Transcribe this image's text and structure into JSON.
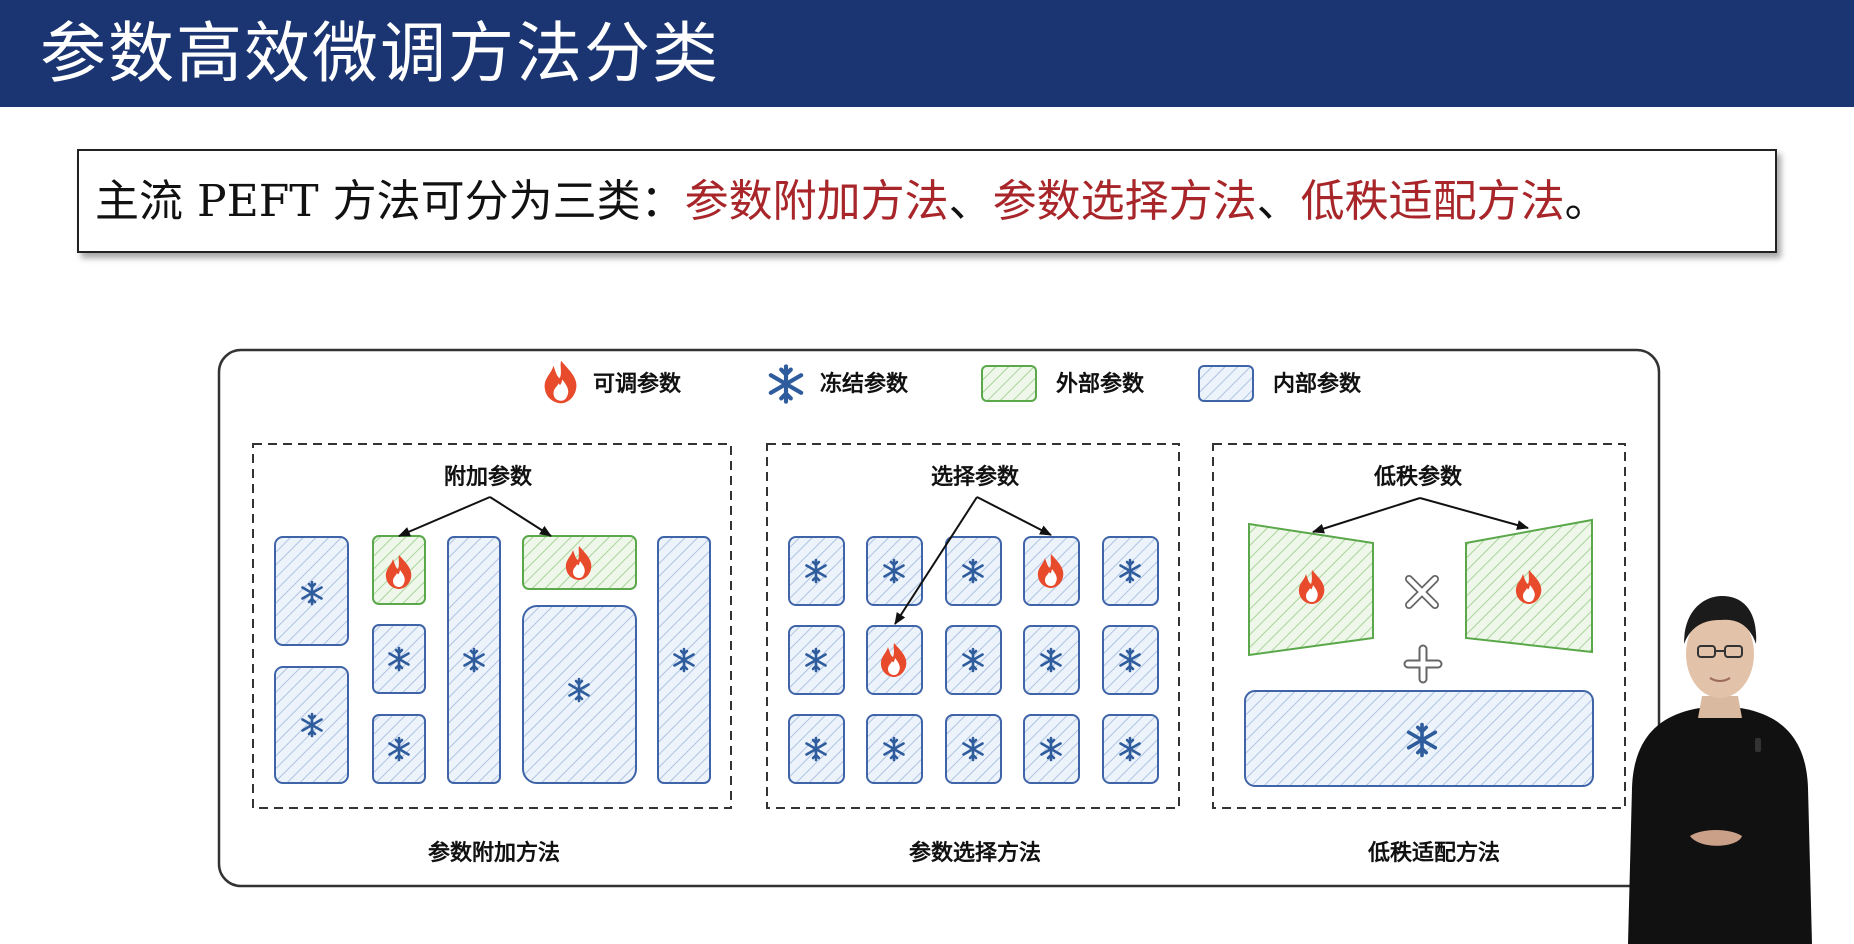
{
  "header": {
    "title": "参数高效微调方法分类"
  },
  "summary": {
    "lead": "主流 PEFT 方法可分为三类：",
    "method1": "参数附加方法",
    "sep1": "、",
    "method2": "参数选择方法",
    "sep2": "、",
    "method3": "低秩适配方法",
    "end": "。"
  },
  "legend": {
    "tunable": "可调参数",
    "frozen": "冻结参数",
    "external": "外部参数",
    "internal": "内部参数"
  },
  "panels": {
    "additive": {
      "label": "附加参数",
      "caption": "参数附加方法"
    },
    "selective": {
      "label": "选择参数",
      "caption": "参数选择方法"
    },
    "lowrank": {
      "label": "低秩参数",
      "caption": "低秩适配方法"
    }
  },
  "colors": {
    "title_bar": "#1a3572",
    "highlight_red": "#a8262a",
    "flame": "#e84a2c",
    "snowflake_blue": "#2e5c9c",
    "external_border": "#5aa84a",
    "internal_border": "#3f64a8"
  },
  "icons": [
    "flame-icon",
    "snowflake-icon",
    "times-icon",
    "plus-icon"
  ]
}
